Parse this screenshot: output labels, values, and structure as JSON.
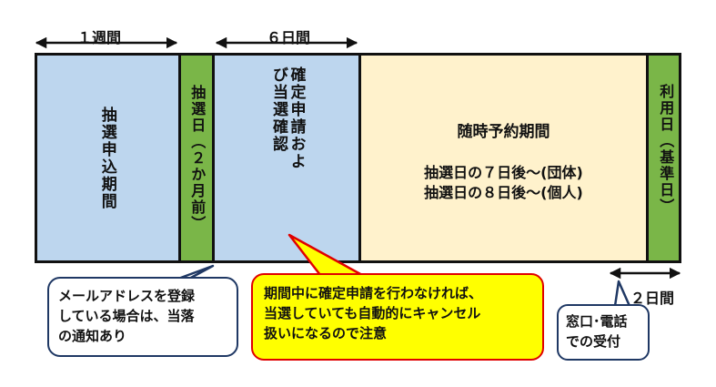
{
  "timeline": {
    "application_label": "抽選申込期間",
    "lottery_label": "抽選日（２か月前）",
    "confirm_label": "確定申請および当選確認",
    "flex_title": "随時予約期間",
    "flex_line1": "抽選日の７日後～(団体)",
    "flex_line2": "抽選日の８日後～(個人)",
    "use_label": "利用日（基準日）"
  },
  "spans": {
    "week": "１週間",
    "six_days": "６日間",
    "two_days": "２日間"
  },
  "callouts": {
    "email_notice": [
      "メールアドレスを登録",
      "している場合は、当落",
      "の通知あり"
    ],
    "warning": [
      "期間中に確定申請を行わなければ、",
      "当選していても自動的にキャンセル",
      "扱いになるので注意"
    ],
    "counter": [
      "窓口･電話",
      "での受付"
    ]
  },
  "colors": {
    "blue": "#bdd6ee",
    "green": "#7ab648",
    "cream": "#fff2cc",
    "yellow": "#ffff00",
    "red_border": "#e00000",
    "navy_border": "#1f3864"
  }
}
